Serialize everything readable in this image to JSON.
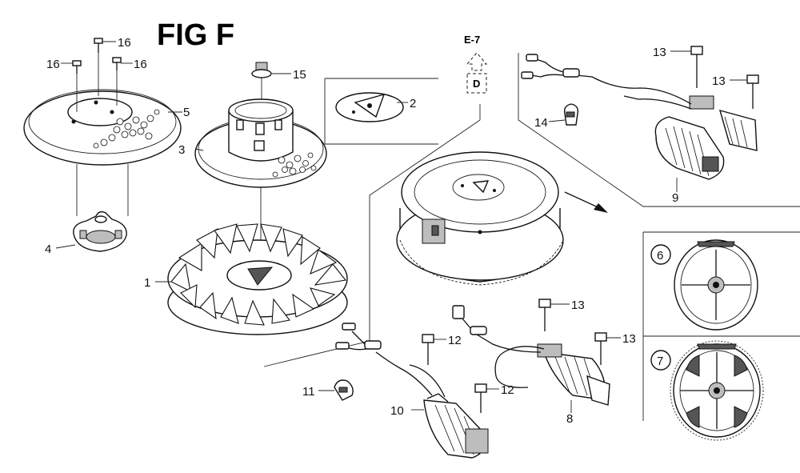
{
  "title": "FIG F",
  "reference": {
    "label": "E-7",
    "box_letter": "D"
  },
  "callouts": [
    {
      "id": "c1",
      "text": "1"
    },
    {
      "id": "c2",
      "text": "2"
    },
    {
      "id": "c3",
      "text": "3"
    },
    {
      "id": "c4",
      "text": "4"
    },
    {
      "id": "c5",
      "text": "5"
    },
    {
      "id": "c6",
      "text": "6"
    },
    {
      "id": "c7",
      "text": "7"
    },
    {
      "id": "c8",
      "text": "8"
    },
    {
      "id": "c9",
      "text": "9"
    },
    {
      "id": "c10",
      "text": "10"
    },
    {
      "id": "c11",
      "text": "11"
    },
    {
      "id": "c12a",
      "text": "12"
    },
    {
      "id": "c12b",
      "text": "12"
    },
    {
      "id": "c13a",
      "text": "13"
    },
    {
      "id": "c13b",
      "text": "13"
    },
    {
      "id": "c13c",
      "text": "13"
    },
    {
      "id": "c13d",
      "text": "13"
    },
    {
      "id": "c14",
      "text": "14"
    },
    {
      "id": "c15",
      "text": "15"
    },
    {
      "id": "c16a",
      "text": "16"
    },
    {
      "id": "c16b",
      "text": "16"
    },
    {
      "id": "c16c",
      "text": "16"
    }
  ]
}
